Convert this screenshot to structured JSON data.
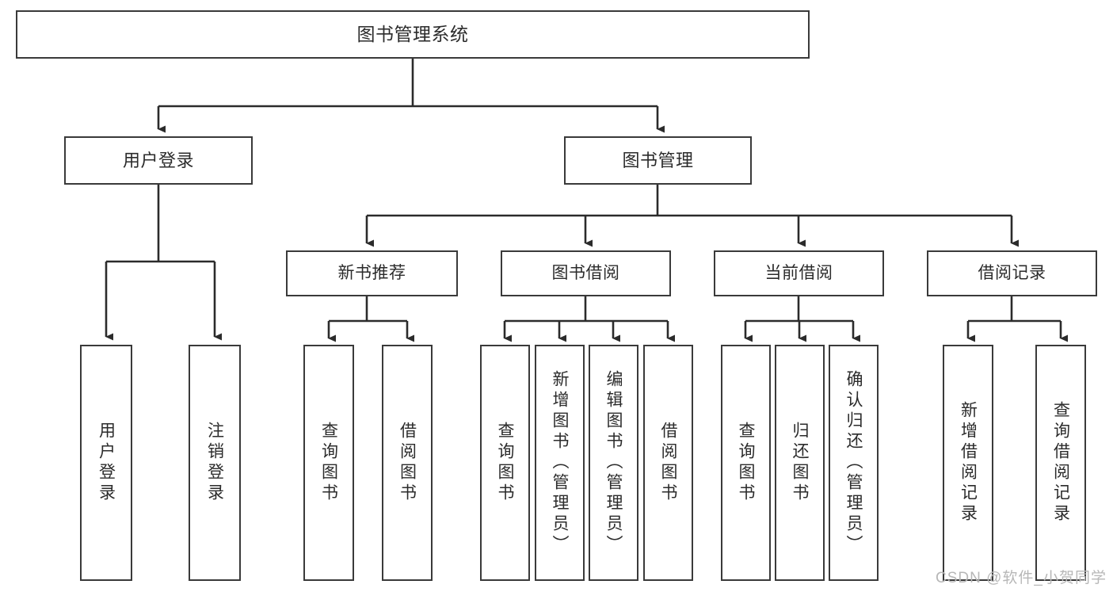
{
  "diagram": {
    "title": "图书管理系统",
    "type": "tree",
    "watermark": "CSDN @软件_小贺同学",
    "stroke_color": "#3a3a3a",
    "text_color": "#2b2b2b",
    "background_color": "#ffffff",
    "nodes": {
      "root": {
        "label": "图书管理系统"
      },
      "level2": [
        {
          "id": "user-login",
          "label": "用户登录"
        },
        {
          "id": "book-manage",
          "label": "图书管理"
        }
      ],
      "level3": [
        {
          "id": "new-book-recommend",
          "label": "新书推荐",
          "parent": "book-manage"
        },
        {
          "id": "book-borrow",
          "label": "图书借阅",
          "parent": "book-manage"
        },
        {
          "id": "current-borrow",
          "label": "当前借阅",
          "parent": "book-manage"
        },
        {
          "id": "borrow-record",
          "label": "借阅记录",
          "parent": "book-manage"
        }
      ],
      "leaves": [
        {
          "id": "leaf-user-login",
          "label": "用户登录",
          "parent": "user-login"
        },
        {
          "id": "leaf-logout-login",
          "label": "注销登录",
          "parent": "user-login"
        },
        {
          "id": "leaf-query-book-1",
          "label": "查询图书",
          "parent": "new-book-recommend"
        },
        {
          "id": "leaf-borrow-book-1",
          "label": "借阅图书",
          "parent": "new-book-recommend"
        },
        {
          "id": "leaf-query-book-2",
          "label": "查询图书",
          "parent": "book-borrow"
        },
        {
          "id": "leaf-add-book",
          "label": "新增图书（管理员）",
          "parent": "book-borrow"
        },
        {
          "id": "leaf-edit-book",
          "label": "编辑图书（管理员）",
          "parent": "book-borrow"
        },
        {
          "id": "leaf-borrow-book-2",
          "label": "借阅图书",
          "parent": "book-borrow"
        },
        {
          "id": "leaf-query-book-3",
          "label": "查询图书",
          "parent": "current-borrow"
        },
        {
          "id": "leaf-return-book",
          "label": "归还图书",
          "parent": "current-borrow"
        },
        {
          "id": "leaf-confirm-return",
          "label": "确认归还（管理员）",
          "parent": "current-borrow"
        },
        {
          "id": "leaf-add-record",
          "label": "新增借阅记录",
          "parent": "borrow-record"
        },
        {
          "id": "leaf-query-record",
          "label": "查询借阅记录",
          "parent": "borrow-record"
        }
      ]
    }
  }
}
